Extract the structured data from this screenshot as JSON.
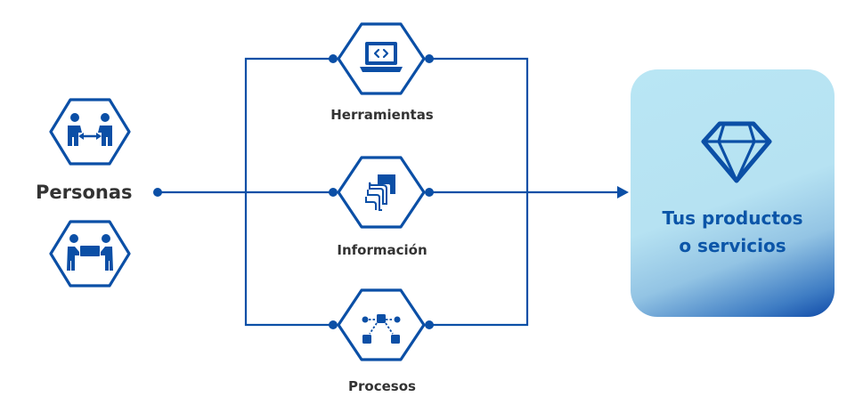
{
  "persons": {
    "label": "Personas",
    "icons": [
      "people-exchange-icon",
      "people-carrying-box-icon"
    ]
  },
  "nodes": [
    {
      "id": "tools",
      "label": "Herramientas",
      "icon": "laptop-code-icon"
    },
    {
      "id": "info",
      "label": "Información",
      "icon": "stacked-layers-icon"
    },
    {
      "id": "proc",
      "label": "Procesos",
      "icon": "workflow-icon"
    }
  ],
  "result": {
    "line1": "Tus productos",
    "line2": "o servicios",
    "icon": "diamond-icon"
  },
  "colors": {
    "primary": "#0b4fa6",
    "text": "#333333",
    "result_text": "#0b55a8",
    "result_bg_light": "#b9e6f4",
    "result_bg_dark": "#0f4aa8"
  }
}
